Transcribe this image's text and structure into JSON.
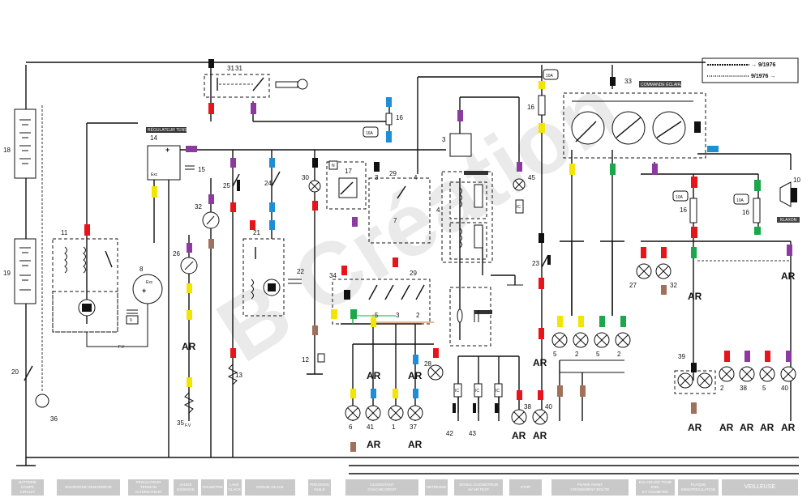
{
  "legend": {
    "until_1976": "→ 9/1976",
    "after_1976": "9/1976 →"
  },
  "watermark": "B Création",
  "labels": {
    "regulateur": "RÉGULATEUR TENSION",
    "commande_eclairage": "COMMANDE ÉCLAIRAGE",
    "klaxon": "KLAXON",
    "fuse_16a": "16A",
    "fuse_10a": "10A",
    "ar": "AR",
    "exc": "Exc",
    "fv": "F.V",
    "n": "N",
    "ic": "IC"
  },
  "component_numbers": [
    "1",
    "2",
    "3",
    "4",
    "5",
    "6",
    "7",
    "8",
    "9",
    "10",
    "11",
    "12",
    "13",
    "14",
    "15",
    "16",
    "17",
    "18",
    "19",
    "20",
    "21",
    "22",
    "23",
    "24",
    "25",
    "26",
    "27",
    "28",
    "29",
    "30",
    "31",
    "32",
    "33",
    "34",
    "35",
    "36",
    "37",
    "38",
    "39",
    "40",
    "41",
    "42",
    "43",
    "45"
  ],
  "wire_colors": {
    "red": "#e8141b",
    "purple": "#8b3aa0",
    "yellow": "#f2e600",
    "blue": "#1e8fd6",
    "green": "#1aa84a",
    "brown": "#a0705a",
    "black": "#111111"
  },
  "footer": {
    "c1": [
      "BATTERIE",
      "COUPE CIRCUIT"
    ],
    "c2": [
      "SOLENOIDE DEMARREUR"
    ],
    "c3": [
      "REGULATEUR TENSION",
      "ALTERNATEUR"
    ],
    "c4": [
      "JAUGE",
      "ESSENCE"
    ],
    "c5": [
      "VOLMETRE"
    ],
    "c6": [
      "LAVE",
      "GLACE"
    ],
    "c7": [
      "ESSUIE GLACE"
    ],
    "c8": [
      "PRESSION",
      "HUILE"
    ],
    "c9": [
      "CLIGNOTANT",
      "GAUCHE     DROIT"
    ],
    "c10": [
      "DETRESSE"
    ],
    "c11": [
      "SIGNAL CLIGNOTEUR",
      "AV   AR   TEST"
    ],
    "c12": [
      "STOP"
    ],
    "c13": [
      "PHARE AVANT",
      "CROISEMENT  ROUTE"
    ],
    "c14": [
      "ECLAIRAGE TOUR ENS.",
      "ET VOLMETRE"
    ],
    "c15": [
      "PLAQUE",
      "IMMATRICULATION"
    ],
    "c16": [
      "VEILLEUSE"
    ]
  }
}
